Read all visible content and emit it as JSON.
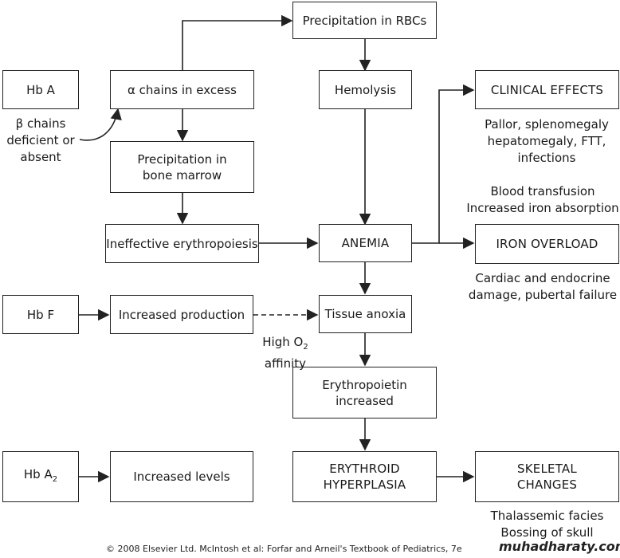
{
  "boxes": {
    "hba": "Hb A",
    "alpha_excess": "α chains in excess",
    "precip_rbc": "Precipitation in RBCs",
    "hemolysis": "Hemolysis",
    "clinical_effects": "CLINICAL EFFECTS",
    "precip_marrow": "Precipitation in\nbone marrow",
    "ineffective_ery": "Ineffective erythropoiesis",
    "anemia": "ANEMIA",
    "iron_overload": "IRON OVERLOAD",
    "hbf": "Hb F",
    "increased_production": "Increased production",
    "tissue_anoxia": "Tissue anoxia",
    "epo_increased": "Erythropoietin\nincreased",
    "hba2_main": "Hb A",
    "hba2_sub": "2",
    "increased_levels": "Increased levels",
    "erythroid_hyperplasia": "ERYTHROID\nHYPERPLASIA",
    "skeletal_changes": "SKELETAL\nCHANGES"
  },
  "labels": {
    "beta_deficient": "β chains\ndeficient or\nabsent",
    "clinical_details": "Pallor, splenomegaly\nhepatomegaly, FTT,\ninfections",
    "iron_causes": "Blood transfusion\nIncreased iron absorption",
    "iron_effects": "Cardiac and endocrine\ndamage, pubertal failure",
    "o2_high": "High O",
    "o2_sub": "2",
    "o2_affinity": "affinity",
    "skeletal_details": "Thalassemic facies\nBossing of skull"
  },
  "footer": "© 2008 Elsevier Ltd. McIntosh et al: Forfar and Arneil's Textbook of Pediatrics, 7e",
  "watermark": "muhadharaty.com",
  "colors": {
    "line": "#222222",
    "box_border": "#222222",
    "background": "#ffffff"
  }
}
